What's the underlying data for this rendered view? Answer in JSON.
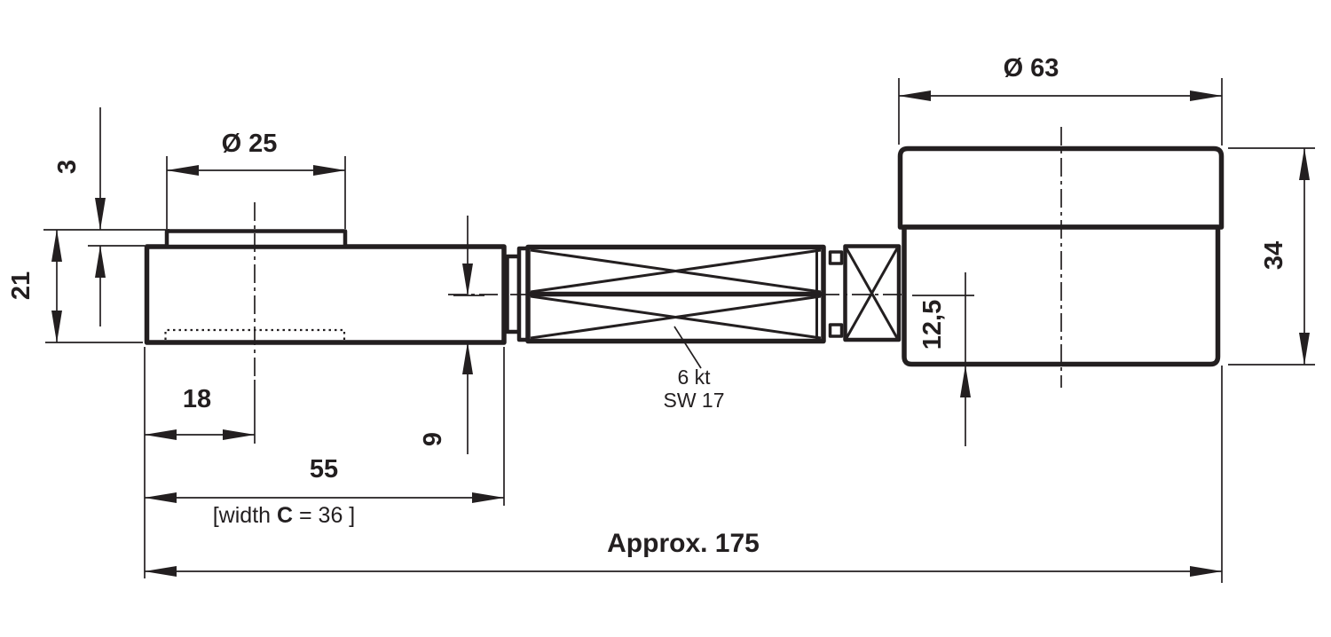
{
  "title": "Technical dimension drawing",
  "colors": {
    "background": "#ffffff",
    "line": "#231f20"
  },
  "drawing": {
    "labels": {
      "dia_25": "Ø 25",
      "boss_height": "3",
      "left_height": "21",
      "boss_center_offset": "18",
      "left_body_length": "55",
      "width_note_prefix": "[width ",
      "width_note_var": "C",
      "width_note_suffix": " = 36 ]",
      "axis_to_bottom_left": "9",
      "hex_label_line1": "6 kt",
      "hex_label_line2": "SW 17",
      "axis_to_bottom_right": "12,5",
      "dia_63": "Ø 63",
      "right_height": "34",
      "overall_length": "Approx. 175"
    }
  }
}
